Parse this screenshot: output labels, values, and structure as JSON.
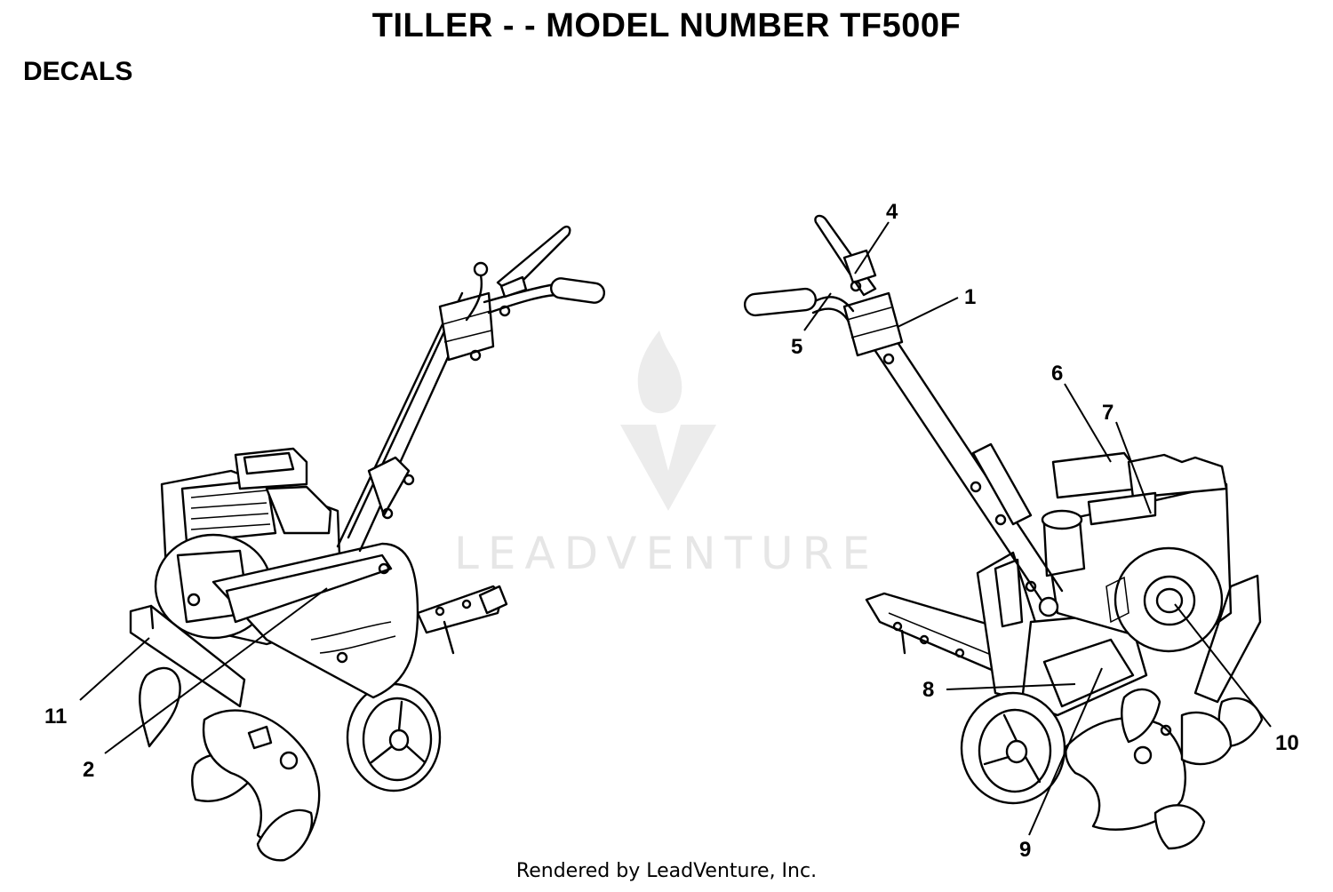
{
  "header": {
    "title": "TILLER - - MODEL NUMBER TF500F",
    "section": "DECALS"
  },
  "watermark": {
    "text": "LEADVENTURE",
    "color": "#e6e6e6"
  },
  "callouts": {
    "c1": "1",
    "c2": "2",
    "c4": "4",
    "c5": "5",
    "c6": "6",
    "c7": "7",
    "c8": "8",
    "c9": "9",
    "c10": "10",
    "c11": "11"
  },
  "footer": {
    "credit": "Rendered by LeadVenture, Inc."
  }
}
